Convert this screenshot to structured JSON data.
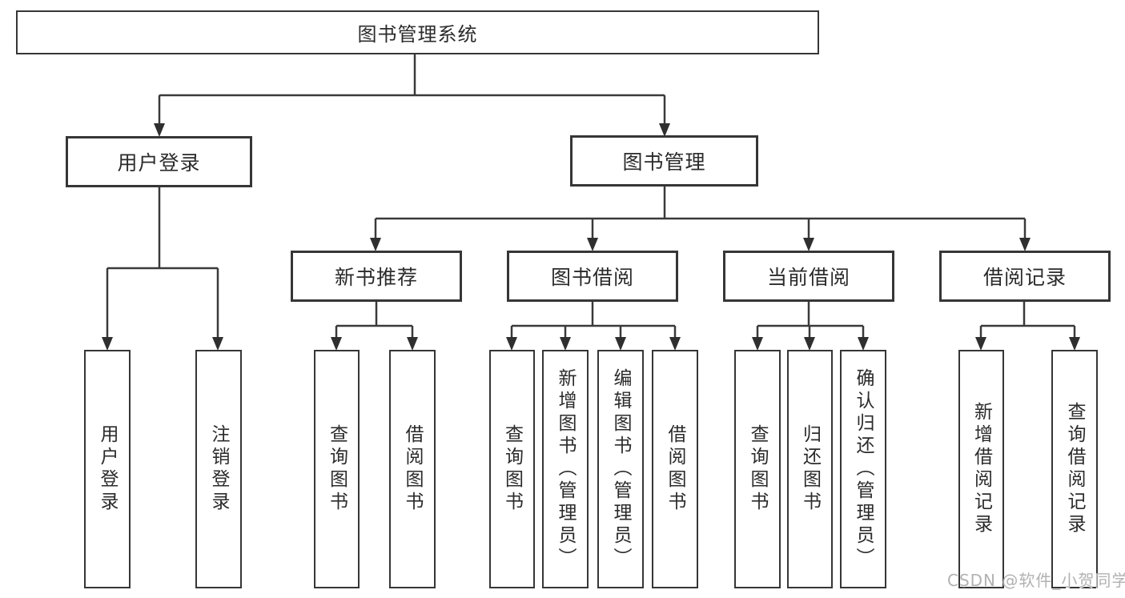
{
  "tree": {
    "root": "图书管理系统",
    "children": [
      {
        "label": "用户登录",
        "leaves": [
          "用户登录",
          "注销登录"
        ]
      },
      {
        "label": "图书管理",
        "children": [
          {
            "label": "新书推荐",
            "leaves": [
              "查询图书",
              "借阅图书"
            ]
          },
          {
            "label": "图书借阅",
            "leaves": [
              "查询图书",
              "新增图书（管理员）",
              "编辑图书（管理员）",
              "借阅图书"
            ]
          },
          {
            "label": "当前借阅",
            "leaves": [
              "查询图书",
              "归还图书",
              "确认归还（管理员）"
            ]
          },
          {
            "label": "借阅记录",
            "leaves": [
              "新增借阅记录",
              "查询借阅记录"
            ]
          }
        ]
      }
    ]
  },
  "colors": {
    "line": "#3a3a3a",
    "border": "#363636",
    "text": "#2b2b2b",
    "watermark": "#b3b1b1"
  },
  "watermark": "CSDN @软件_小贺同学"
}
